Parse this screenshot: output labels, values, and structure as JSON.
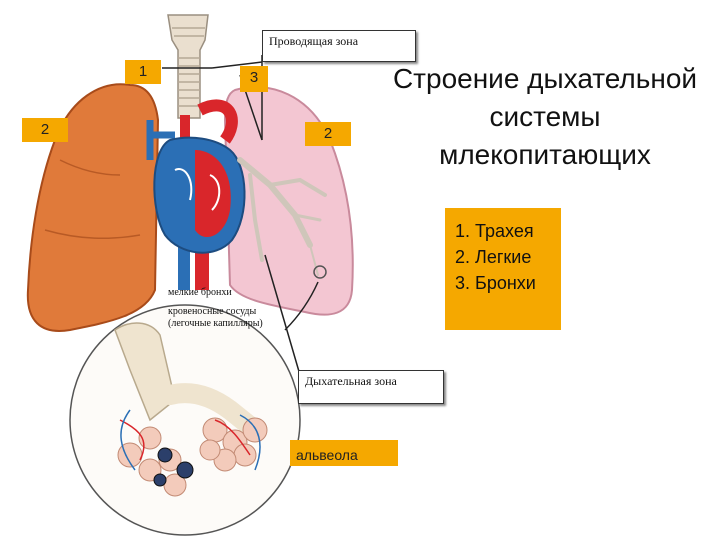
{
  "title": "Строение дыхательной системы млекопитающих",
  "zones": {
    "conducting": "Проводящая зона",
    "respiratory": "Дыхательная зона"
  },
  "captions": {
    "small_bronchi": "мелкие бронхи",
    "blood_vessels": "кровеносные сосуды",
    "capillaries": "(легочные капилляры)"
  },
  "number_labels": {
    "trachea": "1",
    "lung_left": "2",
    "bronchi": "3",
    "lung_right": "2"
  },
  "alveolus_label": "альвеола",
  "legend": {
    "items": [
      "1. Трахея",
      "2. Легкие",
      "3. Бронхи"
    ]
  },
  "colors": {
    "label_bg": "#f5a800",
    "lung_left": "#e07a3a",
    "lung_right": "#f3c6d2",
    "artery": "#d9262b",
    "vein": "#2b6fb5"
  }
}
